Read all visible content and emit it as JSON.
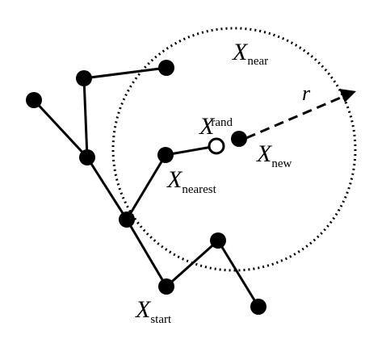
{
  "colors": {
    "ink": "#000000",
    "background": "#ffffff",
    "rand_fill": "#ffffff"
  },
  "labels": {
    "x_near": {
      "main": "X",
      "sub": "near"
    },
    "x_rand": {
      "main": "X",
      "sub": "rand"
    },
    "x_new": {
      "main": "X",
      "sub": "new"
    },
    "x_nearest": {
      "main": "X",
      "sub": "nearest"
    },
    "x_start": {
      "main": "X",
      "sub": "start"
    },
    "radius": "r"
  }
}
